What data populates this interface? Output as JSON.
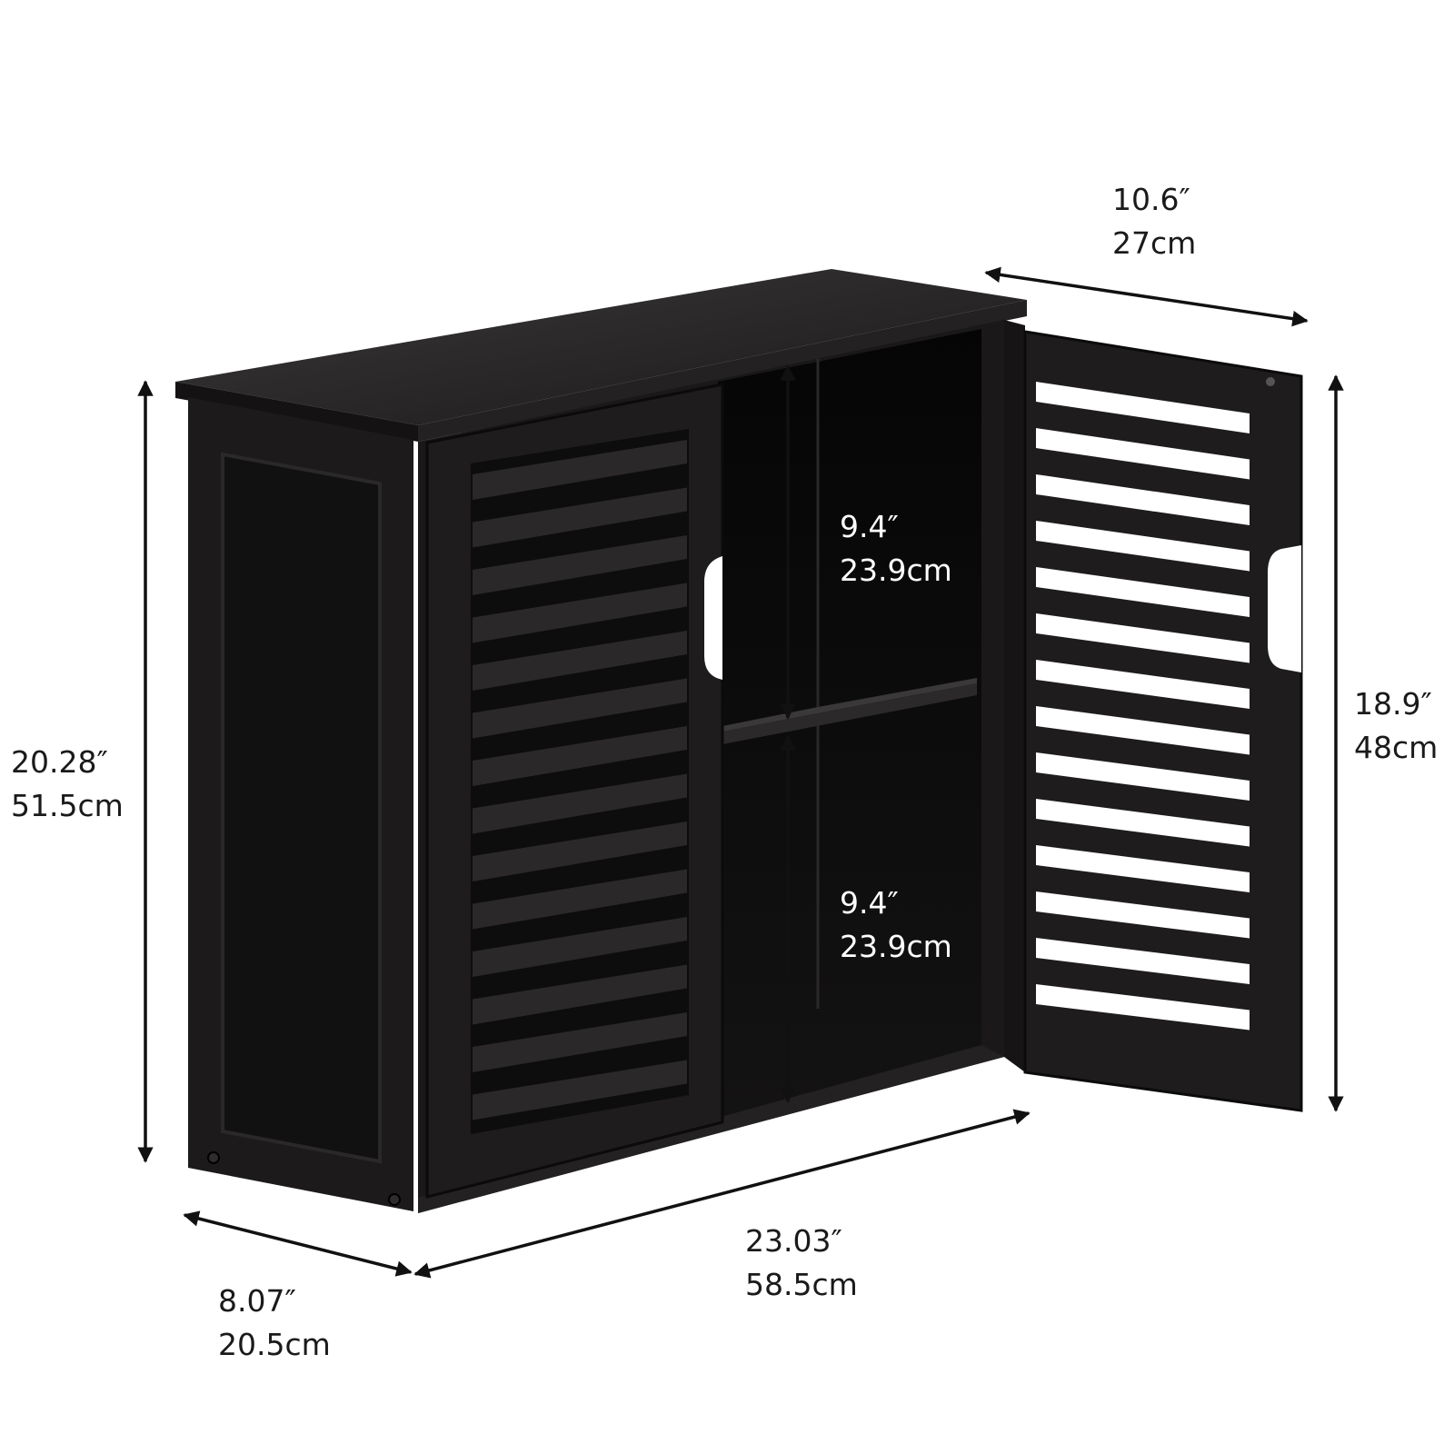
{
  "colors": {
    "cabinet": "#1c1a1a",
    "cabinet_dark": "#0d0c0c",
    "arrow": "#111111",
    "background": "#ffffff"
  },
  "product": {
    "name_icon": "black-louvered-wall-cabinet-picture",
    "door_state": "right door open",
    "shelves_visible": 1
  },
  "dimensions": {
    "top_depth": {
      "inch": "10.6″",
      "cm": "27cm"
    },
    "left_height": {
      "inch": "20.28″",
      "cm": "51.5cm"
    },
    "door_height": {
      "inch": "18.9″",
      "cm": "48cm"
    },
    "upper_compartment": {
      "inch": "9.4″",
      "cm": "23.9cm"
    },
    "lower_compartment": {
      "inch": "9.4″",
      "cm": "23.9cm"
    },
    "front_width": {
      "inch": "23.03″",
      "cm": "58.5cm"
    },
    "side_depth": {
      "inch": "8.07″",
      "cm": "20.5cm"
    }
  }
}
